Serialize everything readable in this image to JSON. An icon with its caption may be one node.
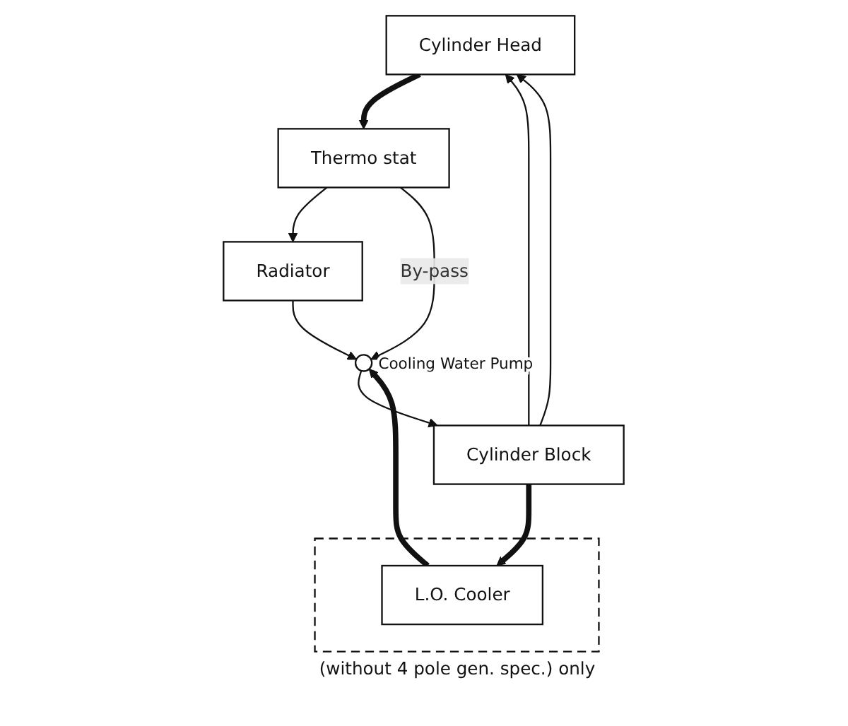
{
  "diagram": {
    "nodes": [
      {
        "text": [
          "Cylinder Head"
        ]
      },
      {
        "text": [
          "Cylinder Block"
        ]
      },
      {
        "text": [
          "Thermo stat"
        ]
      },
      {
        "text": [
          "Radiator"
        ]
      },
      {
        "text": [],
        "shape": "circle",
        "beside": [
          "Cooling Water Pump"
        ]
      },
      {
        "text": [
          "(without 4 pole gen. spec.) only"
        ]
      },
      {
        "text": [
          "L.O. Cooler"
        ],
        "in": 5
      }
    ],
    "edges": [
      {
        "from": 1,
        "to": 0,
        "arrow": "to"
      },
      {
        "from": 1,
        "to": 0,
        "arrow": "to"
      },
      {
        "from": 0,
        "to": 2,
        "arrow": "to",
        "style": "thick"
      },
      {
        "from": 2,
        "to": 3,
        "arrow": "to"
      },
      {
        "from": 2,
        "to": 4,
        "arrow": "to",
        "label": "By-pass"
      },
      {
        "from": 3,
        "to": 4,
        "arrow": "to"
      },
      {
        "from": 4,
        "to": 1,
        "arrow": "to"
      },
      {
        "from": 1,
        "to": 6,
        "arrow": "to",
        "style": "thick"
      },
      {
        "from": 6,
        "to": 4,
        "arrow": "to",
        "style": "thick"
      }
    ]
  }
}
